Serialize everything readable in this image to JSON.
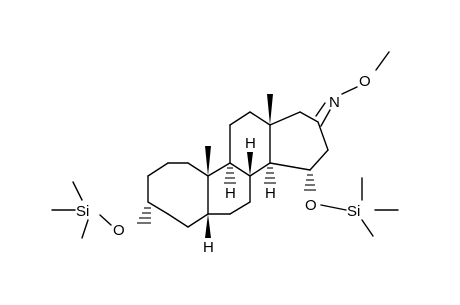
{
  "atoms": {
    "oxime_n": "N",
    "oxime_o": "O",
    "ring_a_o": "O",
    "ring_a_si": "Si",
    "ring_d_o": "O",
    "ring_d_si": "Si",
    "h9": "H",
    "h8": "H",
    "h14": "H",
    "h5": "H"
  },
  "colors": {
    "ink": "#000000",
    "background": "#ffffff"
  }
}
